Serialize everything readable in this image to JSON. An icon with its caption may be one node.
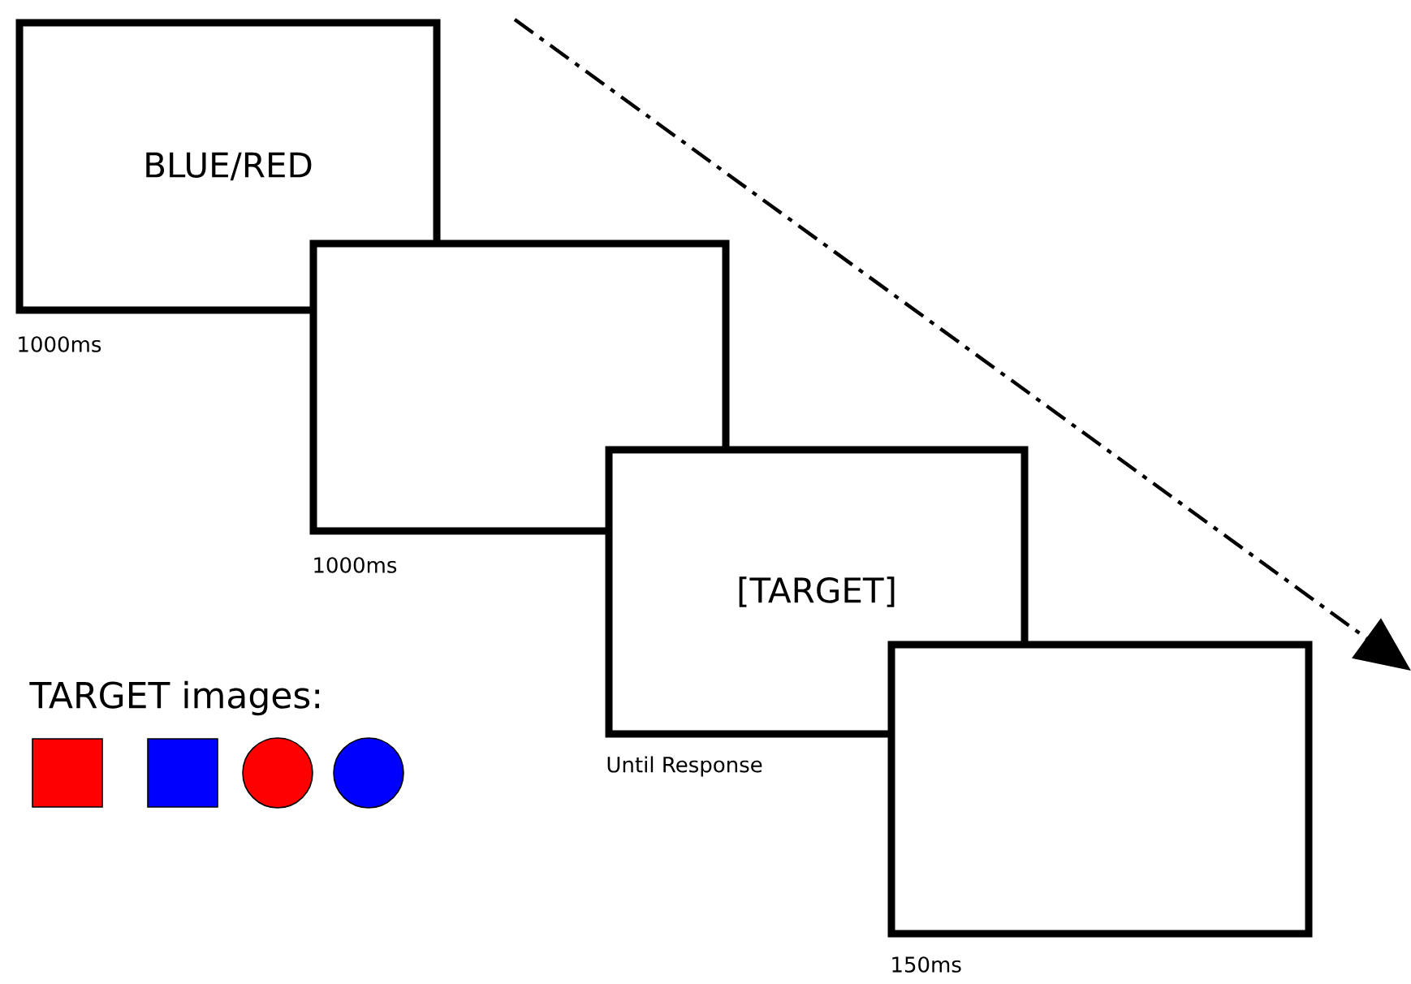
{
  "diagram": {
    "nodes": [
      {
        "text": [
          "BLUE/RED"
        ],
        "beside": [
          "1000ms"
        ]
      },
      {
        "text": [],
        "shape": "box",
        "beside": [
          "1000ms"
        ]
      },
      {
        "text": [
          "[TARGET]"
        ],
        "beside": [
          "Until Response"
        ]
      },
      {
        "text": [],
        "shape": "box",
        "beside": [
          "150ms"
        ]
      }
    ],
    "labels": [
      "TARGET images:"
    ]
  }
}
